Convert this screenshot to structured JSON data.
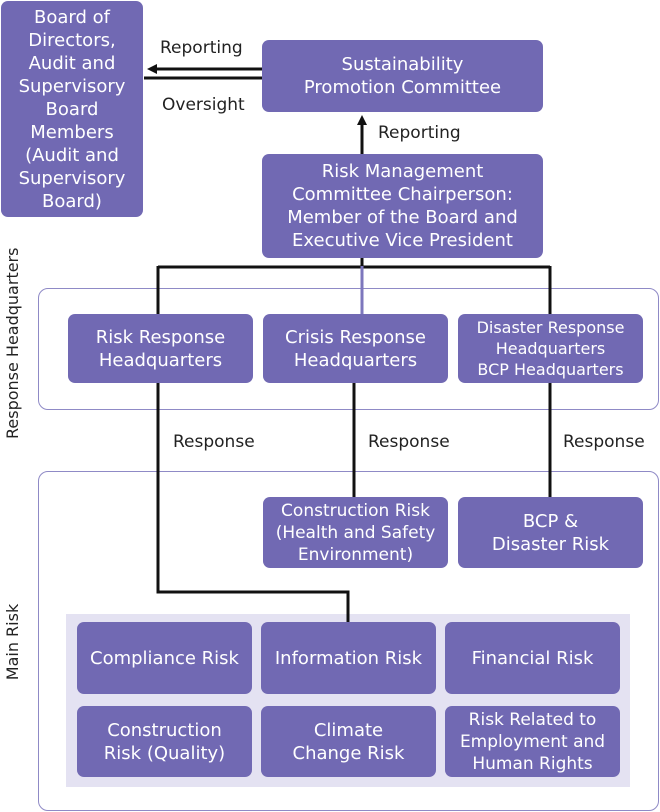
{
  "boxes": {
    "board": "Board of\nDirectors,\nAudit and\nSupervisory\nBoard\nMembers\n(Audit and\nSupervisory\nBoard)",
    "sustainability": "Sustainability\nPromotion Committee",
    "chairperson": "Risk Management\nCommittee Chairperson:\nMember of the Board and\nExecutive Vice President",
    "risk_response_hq": "Risk Response\nHeadquarters",
    "crisis_response_hq": "Crisis Response\nHeadquarters",
    "disaster_response_hq": "Disaster Response\nHeadquarters\nBCP Headquarters",
    "construction_risk_hse": "Construction Risk\n(Health and Safety\nEnvironment)",
    "bcp_disaster_risk": "BCP &\nDisaster Risk",
    "compliance_risk": "Compliance Risk",
    "information_risk": "Information Risk",
    "financial_risk": "Financial Risk",
    "construction_risk_quality": "Construction\nRisk (Quality)",
    "climate_change_risk": "Climate\nChange Risk",
    "employment_human_rights_risk": "Risk Related to\nEmployment and\nHuman Rights"
  },
  "labels": {
    "reporting_to_board": "Reporting",
    "oversight": "Oversight",
    "reporting_to_committee": "Reporting",
    "response_1": "Response",
    "response_2": "Response",
    "response_3": "Response"
  },
  "regions": {
    "response_headquarters": "Response Headquarters",
    "main_risk": "Main Risk"
  },
  "colors": {
    "box_fill": "#7169b3",
    "region_border": "#8f8ac6",
    "inner_panel": "#e4e2f2",
    "connector": "#111111",
    "connector_light": "#7d77bd"
  }
}
